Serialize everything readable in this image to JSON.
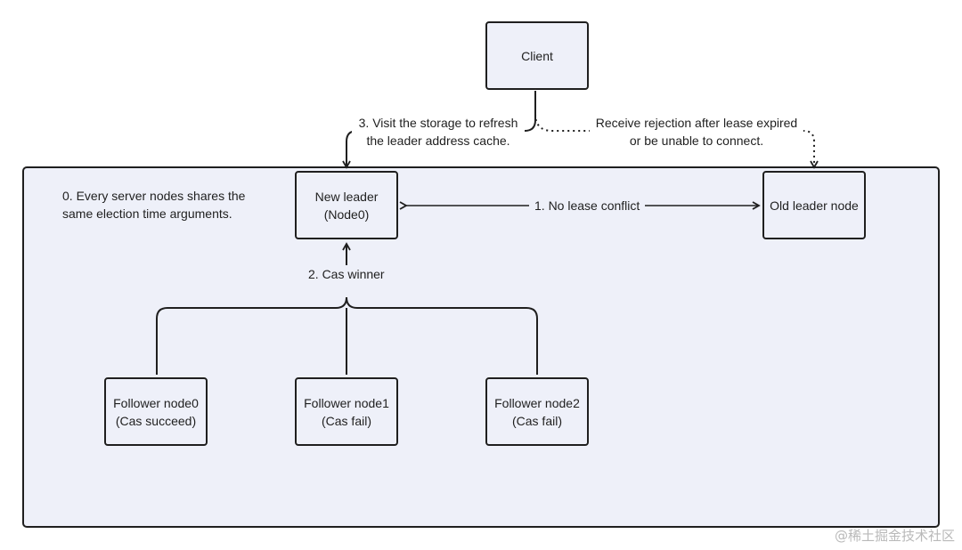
{
  "nodes": {
    "client": "Client",
    "new_leader": [
      "New leader",
      "(Node0)"
    ],
    "old_leader": "Old leader node",
    "follower0": [
      "Follower node0",
      "(Cas succeed)"
    ],
    "follower1": [
      "Follower node1",
      "(Cas fail)"
    ],
    "follower2": [
      "Follower node2",
      "(Cas fail)"
    ]
  },
  "labels": {
    "step0": [
      "0. Every server nodes shares the",
      "same election time arguments."
    ],
    "step1": "1. No lease conflict",
    "step2": "2. Cas winner",
    "step3": [
      "3. Visit the storage to refresh",
      "the leader address cache."
    ],
    "rejection": [
      "Receive rejection after lease expired",
      "or be unable to connect."
    ]
  },
  "watermark": "@稀土掘金技术社区"
}
